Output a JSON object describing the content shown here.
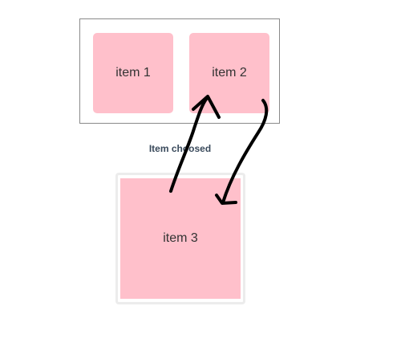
{
  "source_container": {
    "items": [
      {
        "label": "item 1"
      },
      {
        "label": "item 2"
      }
    ]
  },
  "chosen": {
    "heading": "Item choosed",
    "item_label": "item 3"
  },
  "colors": {
    "item_bg": "#ffc0cb",
    "arrow": "#000000"
  }
}
